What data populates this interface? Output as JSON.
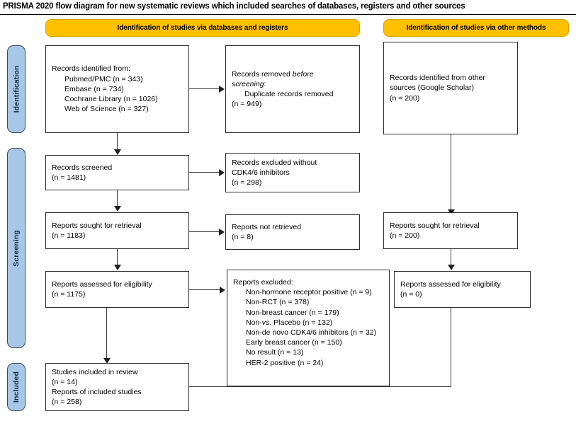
{
  "title": "PRISMA 2020 flow diagram for new systematic reviews which included searches of databases, registers and other sources",
  "colors": {
    "banner_fill": "#FFC000",
    "stage_fill": "#A7C7E7",
    "box_border": "#2b2b2b",
    "connector": "#3a3a3a"
  },
  "banners": {
    "databases": "Identification of studies via databases and registers",
    "other_methods": "Identification of studies via other methods"
  },
  "stages": {
    "identification": "Identification",
    "screening": "Screening",
    "included": "Included"
  },
  "boxes": {
    "records_identified": {
      "heading": "Records identified from:",
      "items": [
        "Pubmed/PMC (n = 343)",
        "Embase (n = 734)",
        "Cochrane Library (n = 1026)",
        "Web of Science (n = 327)"
      ]
    },
    "records_removed": {
      "line1_a": "Records removed ",
      "line1_b": "before",
      "line2_a": "screening",
      "line2_b": ":",
      "item": "Duplicate records removed",
      "count": "(n = 949)"
    },
    "records_identified_other": {
      "line1": "Records identified from other",
      "line2": "sources (Google Scholar)",
      "count": "(n = 200)"
    },
    "records_screened": {
      "label": "Records screened",
      "count": "(n = 1481)"
    },
    "records_excluded": {
      "line1": "Records excluded without",
      "line2": "CDK4/6 inhibitors",
      "count": "(n = 298)"
    },
    "reports_sought": {
      "label": "Reports sought for retrieval",
      "count": "(n = 1183)"
    },
    "reports_not_retrieved": {
      "label": "Reports not retrieved",
      "count": "(n = 8)"
    },
    "reports_sought_other": {
      "label": "Reports sought for retrieval",
      "count": "(n = 200)"
    },
    "reports_assessed": {
      "label": "Reports assessed for eligibility",
      "count": "(n = 1175)"
    },
    "reports_excluded": {
      "heading": "Reports excluded:",
      "items": [
        "Non-hormone receptor positive (n = 9)",
        "Non-RCT (n = 378)",
        "Non-breast cancer (n = 179)",
        "Non-de novo CDK4/6 inhibitors (n = 32)",
        "Early breast cancer (n = 150)",
        "No result (n = 13)",
        "HER-2 positive (n = 24)"
      ],
      "italic_item_prefix": "Non-",
      "italic_item_em": "vs.",
      "italic_item_suffix": " Placebo (n = 132)"
    },
    "reports_assessed_other": {
      "label": "Reports assessed for eligibility",
      "count": "(n = 0)"
    },
    "studies_included": {
      "line1": "Studies included in review",
      "count1": "(n = 14)",
      "line2": "Reports of included studies",
      "count2": "(n = 258)"
    }
  }
}
